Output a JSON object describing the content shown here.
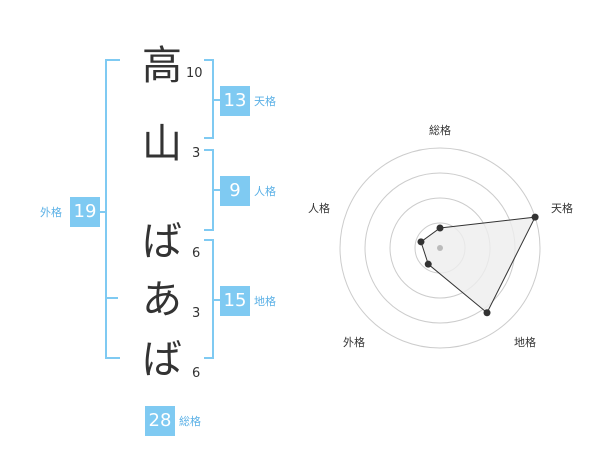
{
  "name": {
    "characters": [
      {
        "char": "高",
        "strokes": "10"
      },
      {
        "char": "山",
        "strokes": "3"
      },
      {
        "char": "ば",
        "strokes": "6"
      },
      {
        "char": "あ",
        "strokes": "3"
      },
      {
        "char": "ば",
        "strokes": "6"
      }
    ]
  },
  "fortune": {
    "tenkaku": {
      "value": "13",
      "label": "天格"
    },
    "jinkaku": {
      "value": "9",
      "label": "人格"
    },
    "chikaku": {
      "value": "15",
      "label": "地格"
    },
    "gaikaku": {
      "value": "19",
      "label": "外格"
    },
    "soukaku": {
      "value": "28",
      "label": "総格"
    }
  },
  "colors": {
    "accent": "#7fcaf2",
    "accent_text": "#5ab0e6",
    "text": "#333333",
    "grid": "#cccccc"
  },
  "chart_data": {
    "type": "radar",
    "axes": [
      "総格",
      "天格",
      "地格",
      "外格",
      "人格"
    ],
    "values": [
      1,
      5,
      4,
      1,
      1
    ],
    "range": [
      0,
      5
    ],
    "rings": 4,
    "grid": true
  }
}
